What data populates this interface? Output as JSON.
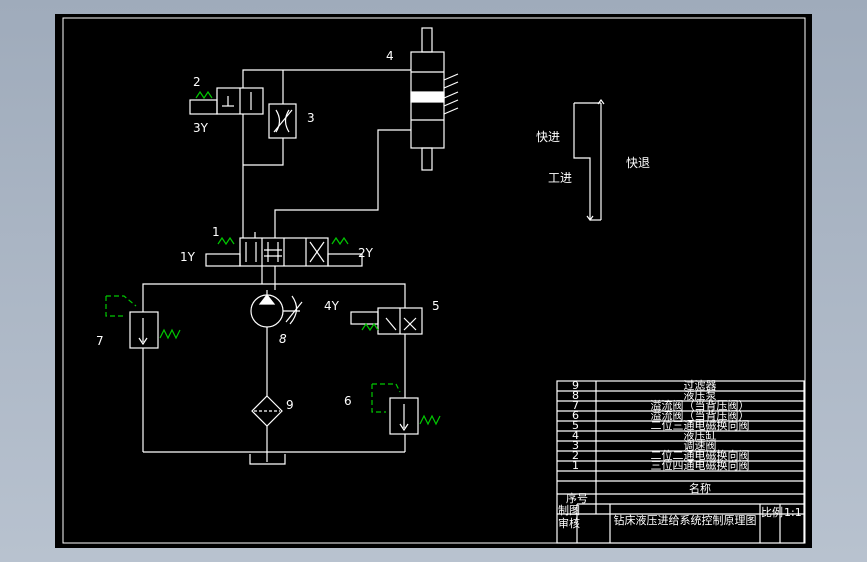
{
  "colors": {
    "background": "#000000",
    "line": "#ffffff",
    "spring": "#00c800",
    "viewport_frame": "#a9b4c2"
  },
  "component_numbers": {
    "n1": "1",
    "n2": "2",
    "n3": "3",
    "n4": "4",
    "n5": "5",
    "n6": "6",
    "n7": "7",
    "n8": "8",
    "n9": "9"
  },
  "solenoid_labels": {
    "s1": "1Y",
    "s2": "2Y",
    "s3": "3Y",
    "s4": "4Y"
  },
  "cycle_labels": {
    "fast_advance": "快进",
    "work_feed": "工进",
    "fast_return": "快退"
  },
  "parts_list": [
    {
      "no": "9",
      "name": "过滤器"
    },
    {
      "no": "8",
      "name": "液压泵"
    },
    {
      "no": "7",
      "name": "溢流阀（当背压阀）"
    },
    {
      "no": "6",
      "name": "溢流阀（当背压阀）"
    },
    {
      "no": "5",
      "name": "二位三通电磁换向阀"
    },
    {
      "no": "4",
      "name": "液压缸"
    },
    {
      "no": "3",
      "name": "调速阀"
    },
    {
      "no": "2",
      "name": "二位二通电磁换向阀"
    },
    {
      "no": "1",
      "name": "三位四通电磁换向阀"
    }
  ],
  "title_block": {
    "header_no": "序号",
    "header_name": "名称",
    "drawn": "制图",
    "checked": "审核",
    "title": "钻床液压进给系统控制原理图",
    "scale_label": "比例",
    "scale_value": "1:1"
  }
}
